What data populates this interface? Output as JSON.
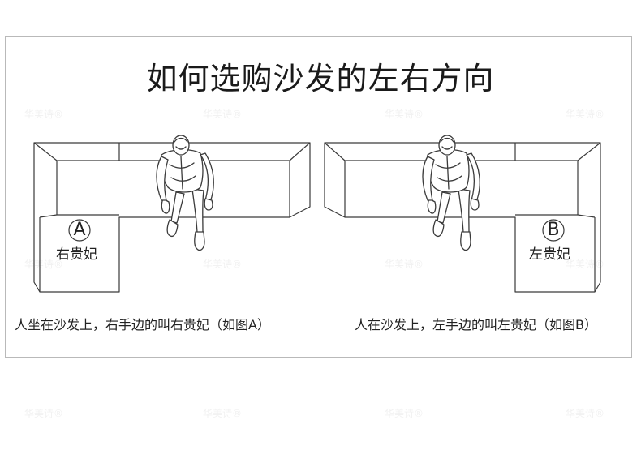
{
  "title": "如何选购沙发的左右方向",
  "watermark": "华美诗®",
  "left_sofa": {
    "letter": "A",
    "label": "右贵妃",
    "caption": "人坐在沙发上，右手边的叫右贵妃（如图A）"
  },
  "right_sofa": {
    "letter": "B",
    "label": "左贵妃",
    "caption": "人在沙发上，左手边的叫左贵妃（如图B）"
  },
  "colors": {
    "line": "#3a3a3a",
    "frame": "#b9b9b9",
    "watermark": "#f1f1f1"
  }
}
